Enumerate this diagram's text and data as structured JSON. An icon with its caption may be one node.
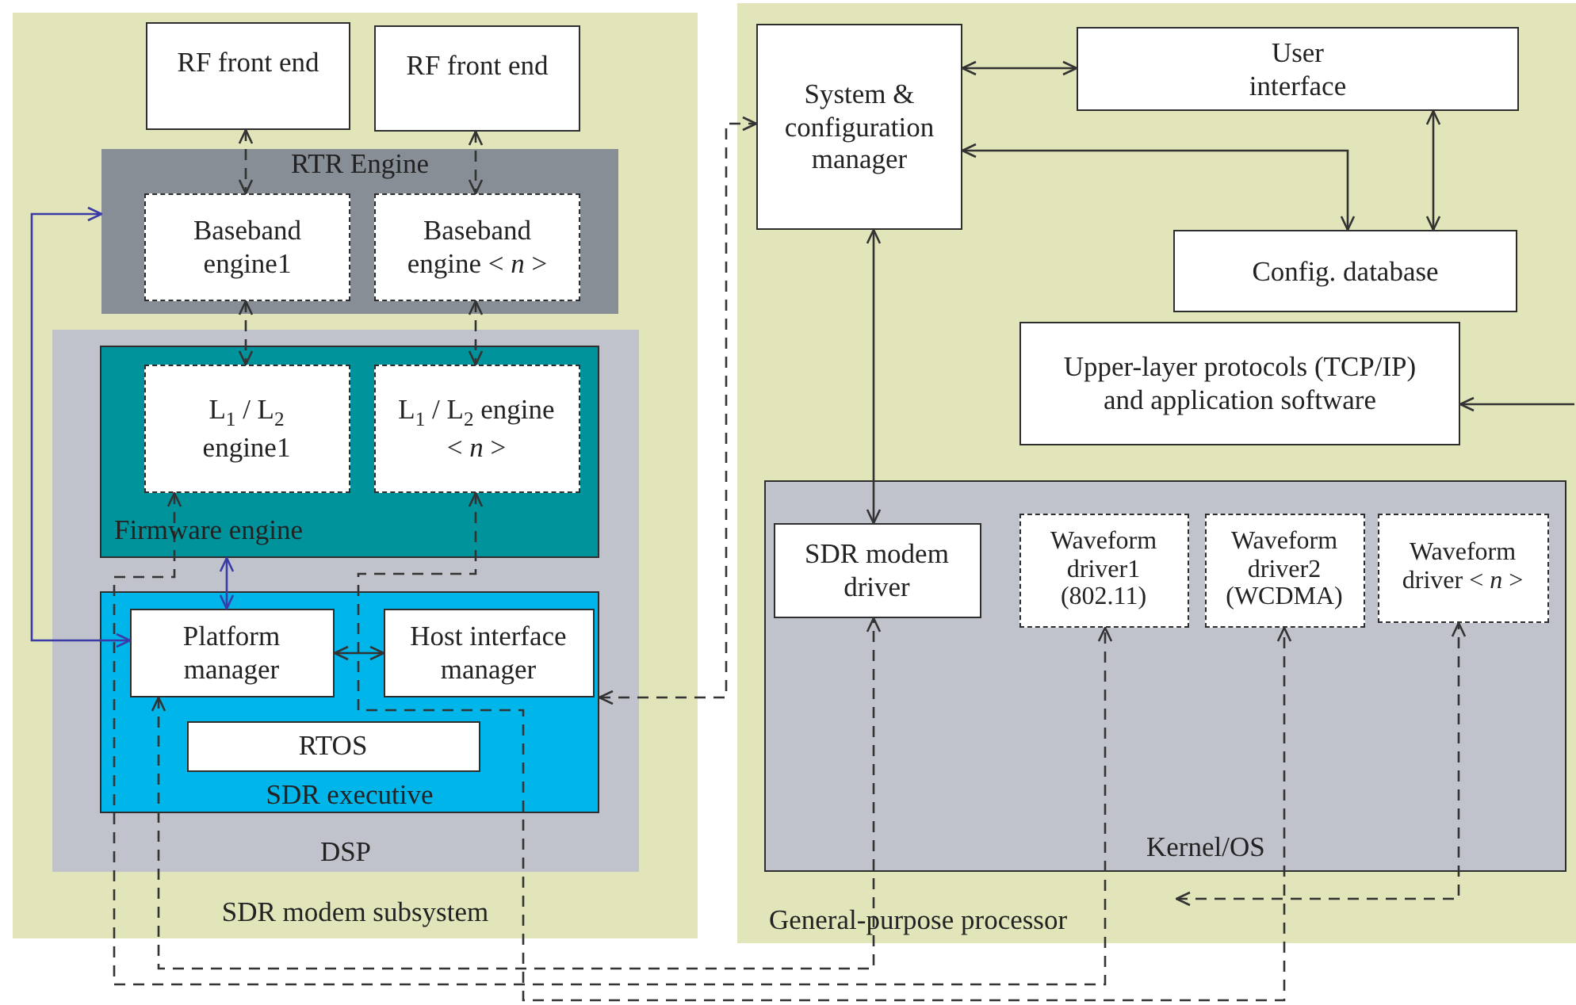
{
  "diagram": {
    "nodes": [
      {
        "text": [
          "SDR modem subsystem"
        ]
      },
      {
        "text": [
          "RF front end"
        ],
        "in": 0
      },
      {
        "text": [
          "RF front end"
        ],
        "in": 0
      },
      {
        "text": [
          "RTR Engine"
        ],
        "in": 0
      },
      {
        "text": [
          "Baseband engine1"
        ],
        "in": 3
      },
      {
        "text": [
          "Baseband engine < *n* >"
        ],
        "in": 3
      },
      {
        "text": [
          "DSP"
        ],
        "in": 0
      },
      {
        "text": [
          "Firmware engine"
        ],
        "in": 6
      },
      {
        "text": [
          "L$_{1}$ / L$_{2}$ engine1"
        ],
        "in": 7
      },
      {
        "text": [
          "L$_{1}$ / L$_{2}$ engine < *n* >"
        ],
        "in": 7
      },
      {
        "text": [
          "SDR executive"
        ],
        "in": 6
      },
      {
        "text": [
          "Platform manager"
        ],
        "in": 10
      },
      {
        "text": [
          "Host interface manager"
        ],
        "in": 10
      },
      {
        "text": [
          "RTOS"
        ],
        "in": 10
      },
      {
        "text": [
          "General-purpose processor"
        ]
      },
      {
        "text": [
          "System & configuration manager"
        ],
        "in": 14
      },
      {
        "text": [
          "User interface"
        ],
        "in": 14
      },
      {
        "text": [
          "Config. database"
        ],
        "in": 14
      },
      {
        "text": [
          "Upper-layer protocols (TCP/IP) and application software"
        ],
        "in": 14
      },
      {
        "text": [
          "Kernel/OS"
        ],
        "in": 14
      },
      {
        "text": [
          "SDR modem driver"
        ],
        "in": 19
      },
      {
        "text": [
          "Waveform driver1 (802.11)"
        ],
        "in": 19
      },
      {
        "text": [
          "Waveform driver2 (WCDMA)"
        ],
        "in": 19
      },
      {
        "text": [
          "Waveform driver < *n* >"
        ],
        "in": 19
      }
    ],
    "edges": [
      {
        "from": 1,
        "to": 4,
        "arrow": "both",
        "style": "dashed"
      },
      {
        "from": 2,
        "to": 5,
        "arrow": "both",
        "style": "dashed"
      },
      {
        "from": 4,
        "to": 8,
        "arrow": "both",
        "style": "dashed"
      },
      {
        "from": 5,
        "to": 9,
        "arrow": "both",
        "style": "dashed"
      },
      {
        "from": 7,
        "to": 11,
        "arrow": "both",
        "color": "#3b3ba8"
      },
      {
        "from": 3,
        "to": 11,
        "arrow": "both",
        "color": "#3b3ba8"
      },
      {
        "from": 11,
        "to": 12,
        "arrow": "both"
      },
      {
        "from": 11,
        "to": 20,
        "arrow": "both",
        "style": "dashed"
      },
      {
        "from": 8,
        "to": 21,
        "arrow": "both",
        "style": "dashed"
      },
      {
        "from": 9,
        "to": 22,
        "arrow": "both",
        "style": "dashed"
      },
      {
        "from": 10,
        "to": 15,
        "arrow": "both",
        "style": "dashed"
      },
      {
        "from": 15,
        "to": 16,
        "arrow": "both"
      },
      {
        "from": 15,
        "to": 17,
        "arrow": "both"
      },
      {
        "from": 16,
        "to": 17,
        "arrow": "both"
      },
      {
        "from": null,
        "to": 18,
        "arrow": "to"
      },
      {
        "from": 15,
        "to": 20,
        "arrow": "both"
      },
      {
        "from": null,
        "to": 23,
        "arrow": "both",
        "style": "dashed"
      }
    ]
  }
}
